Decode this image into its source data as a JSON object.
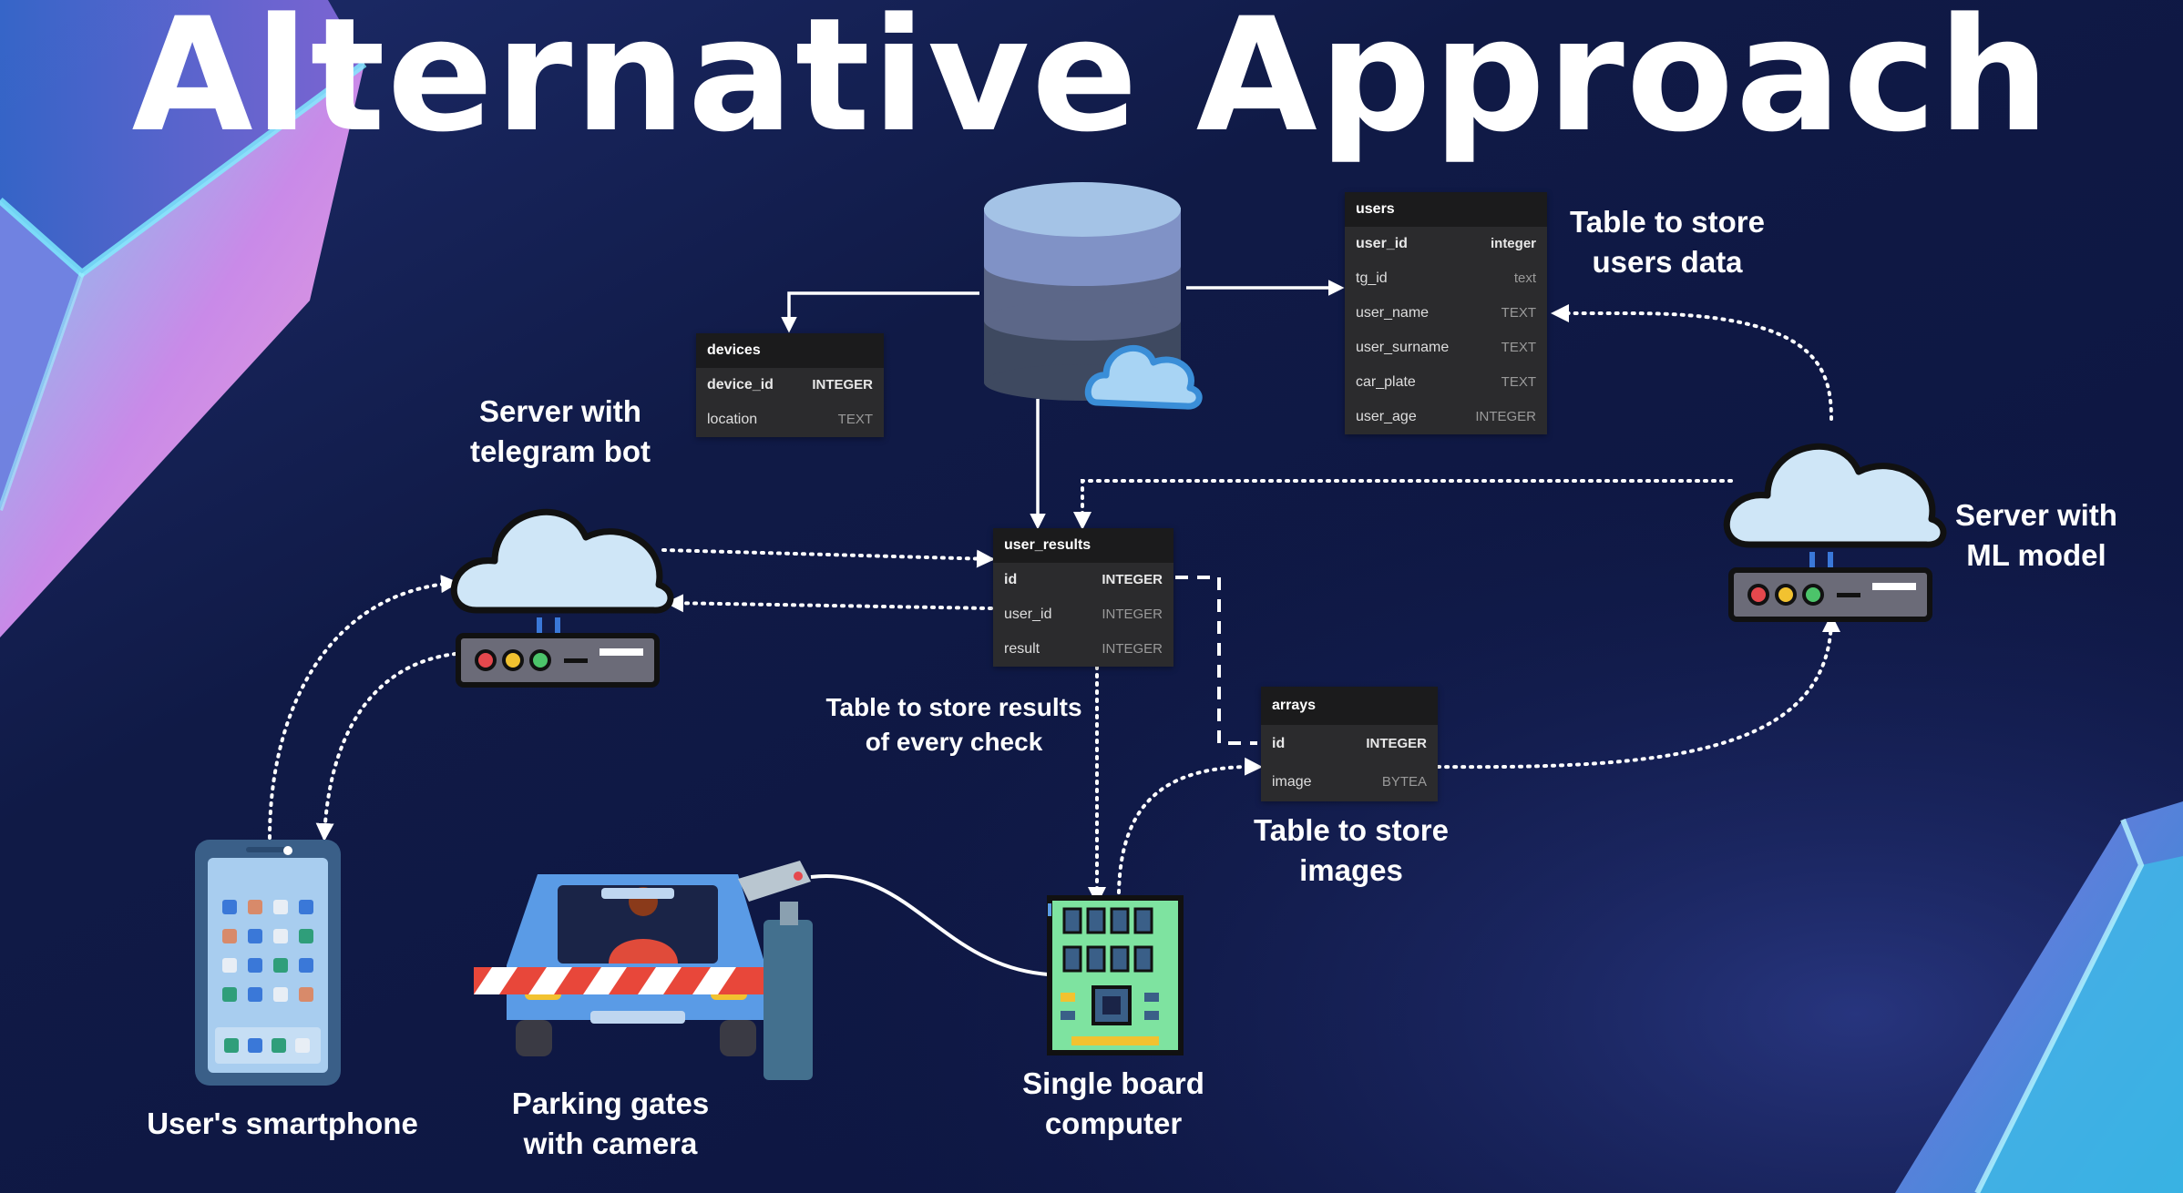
{
  "title": "Alternative Approach",
  "labels": {
    "telegram_server": [
      "Server with",
      "telegram bot"
    ],
    "ml_server": [
      "Server with",
      "ML model"
    ],
    "users_table_caption": [
      "Table to store",
      "users data"
    ],
    "results_caption": [
      "Table to store results",
      "of every check"
    ],
    "images_caption": [
      "Table to store",
      "images"
    ],
    "smartphone": "User's smartphone",
    "parking": [
      "Parking gates",
      "with camera"
    ],
    "sbc": [
      "Single board",
      "computer"
    ]
  },
  "tables": {
    "users": {
      "name": "users",
      "rows": [
        {
          "col": "user_id",
          "type": "integer",
          "pk": true
        },
        {
          "col": "tg_id",
          "type": "text"
        },
        {
          "col": "user_name",
          "type": "TEXT"
        },
        {
          "col": "user_surname",
          "type": "TEXT"
        },
        {
          "col": "car_plate",
          "type": "TEXT"
        },
        {
          "col": "user_age",
          "type": "INTEGER"
        }
      ]
    },
    "devices": {
      "name": "devices",
      "rows": [
        {
          "col": "device_id",
          "type": "INTEGER",
          "pk": true
        },
        {
          "col": "location",
          "type": "TEXT"
        }
      ]
    },
    "user_results": {
      "name": "user_results",
      "rows": [
        {
          "col": "id",
          "type": "INTEGER",
          "pk": true
        },
        {
          "col": "user_id",
          "type": "INTEGER"
        },
        {
          "col": "result",
          "type": "INTEGER"
        }
      ]
    },
    "arrays": {
      "name": "arrays",
      "rows": [
        {
          "col": "id",
          "type": "INTEGER",
          "pk": true
        },
        {
          "col": "image",
          "type": "BYTEA"
        }
      ]
    }
  },
  "icons": [
    "database-icon",
    "cloud-icon",
    "cloud-server-icon",
    "smartphone-icon",
    "car-icon",
    "barrier-gate-icon",
    "security-camera-icon",
    "circuit-board-icon"
  ],
  "colors": {
    "background": "#101a46",
    "table_bg": "#2b2b2d",
    "table_header": "#1b1b1c",
    "cloud": "#cfe6f7",
    "car": "#5a9be6",
    "board": "#7ee3a0"
  }
}
